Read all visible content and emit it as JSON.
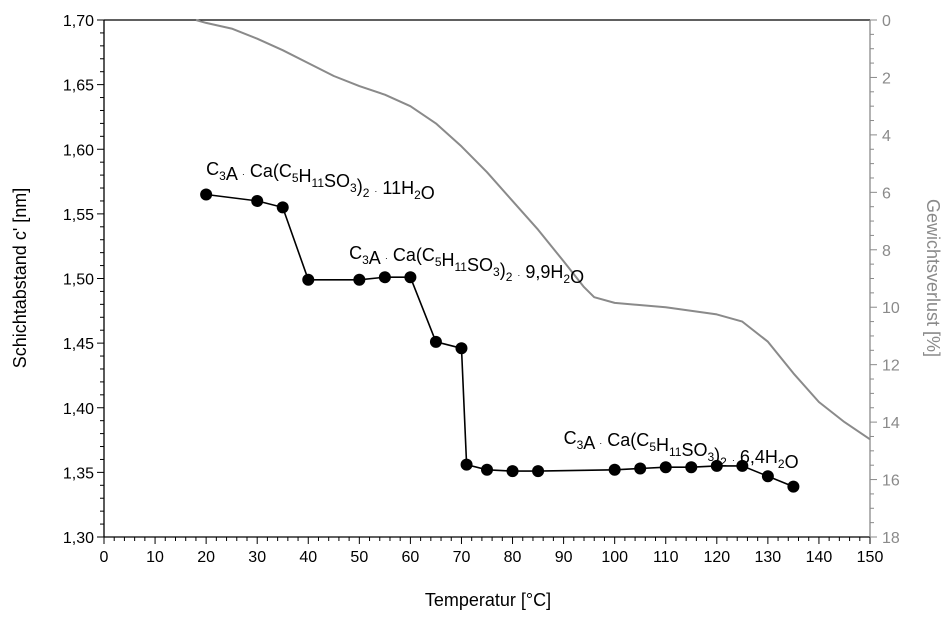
{
  "chart_data": {
    "type": "line",
    "xlabel": "Temperatur [°C]",
    "ylabel": "Schichtabstand c' [nm]",
    "y2label": "Gewichtsverlust [%]",
    "xlim": [
      0,
      150
    ],
    "ylim": [
      1.3,
      1.7
    ],
    "y2lim": [
      0,
      18
    ],
    "y2_inverted": true,
    "x_ticks": [
      "0",
      "10",
      "20",
      "30",
      "40",
      "50",
      "60",
      "70",
      "80",
      "90",
      "100",
      "110",
      "120",
      "130",
      "140",
      "150"
    ],
    "y_ticks": [
      "1,30",
      "1,35",
      "1,40",
      "1,45",
      "1,50",
      "1,55",
      "1,60",
      "1,65",
      "1,70"
    ],
    "y2_ticks": [
      "0",
      "2",
      "4",
      "6",
      "8",
      "10",
      "12",
      "14",
      "16",
      "18"
    ],
    "grid": false,
    "colors": {
      "series1": "#000000",
      "series2": "#8a8a8a"
    },
    "series": [
      {
        "axis": "left",
        "marker": "filled-circle",
        "points": [
          [
            20,
            1.565
          ],
          [
            30,
            1.56
          ],
          [
            35,
            1.555
          ],
          [
            40,
            1.499
          ],
          [
            50,
            1.499
          ],
          [
            55,
            1.501
          ],
          [
            60,
            1.501
          ],
          [
            65,
            1.451
          ],
          [
            70,
            1.446
          ],
          [
            71,
            1.356
          ],
          [
            75,
            1.352
          ],
          [
            80,
            1.351
          ],
          [
            85,
            1.351
          ],
          [
            100,
            1.352
          ],
          [
            105,
            1.353
          ],
          [
            110,
            1.354
          ],
          [
            115,
            1.354
          ],
          [
            120,
            1.355
          ],
          [
            125,
            1.355
          ],
          [
            130,
            1.347
          ],
          [
            135,
            1.339
          ]
        ]
      },
      {
        "axis": "right",
        "marker": "none",
        "points": [
          [
            18,
            0.0
          ],
          [
            20,
            0.1
          ],
          [
            25,
            0.3
          ],
          [
            30,
            0.65
          ],
          [
            35,
            1.05
          ],
          [
            40,
            1.5
          ],
          [
            45,
            1.95
          ],
          [
            50,
            2.3
          ],
          [
            55,
            2.6
          ],
          [
            60,
            3.0
          ],
          [
            65,
            3.6
          ],
          [
            70,
            4.4
          ],
          [
            75,
            5.3
          ],
          [
            80,
            6.3
          ],
          [
            85,
            7.3
          ],
          [
            90,
            8.4
          ],
          [
            94,
            9.3
          ],
          [
            96,
            9.65
          ],
          [
            100,
            9.85
          ],
          [
            110,
            10.0
          ],
          [
            120,
            10.25
          ],
          [
            125,
            10.5
          ],
          [
            130,
            11.2
          ],
          [
            135,
            12.3
          ],
          [
            140,
            13.3
          ],
          [
            145,
            14.0
          ],
          [
            150,
            14.6
          ]
        ]
      }
    ],
    "annotations": [
      {
        "id": "ann1",
        "x": 20,
        "y": 1.58,
        "parts": [
          [
            "C",
            "n"
          ],
          [
            "3",
            "sub"
          ],
          [
            "A ",
            "n"
          ],
          [
            "·",
            "dot"
          ],
          [
            " Ca(C",
            "n"
          ],
          [
            "5",
            "sub"
          ],
          [
            "H",
            "n"
          ],
          [
            "11",
            "sub"
          ],
          [
            "SO",
            "n"
          ],
          [
            "3",
            "sub"
          ],
          [
            ")",
            "n"
          ],
          [
            "2",
            "sub"
          ],
          [
            " ",
            "n"
          ],
          [
            "·",
            "dot"
          ],
          [
            " 11H",
            "n"
          ],
          [
            "2",
            "sub"
          ],
          [
            "O",
            "n"
          ]
        ]
      },
      {
        "id": "ann2",
        "x": 48,
        "y": 1.515,
        "parts": [
          [
            "C",
            "n"
          ],
          [
            "3",
            "sub"
          ],
          [
            "A ",
            "n"
          ],
          [
            "·",
            "dot"
          ],
          [
            " Ca(C",
            "n"
          ],
          [
            "5",
            "sub"
          ],
          [
            "H",
            "n"
          ],
          [
            "11",
            "sub"
          ],
          [
            "SO",
            "n"
          ],
          [
            "3",
            "sub"
          ],
          [
            ")",
            "n"
          ],
          [
            "2",
            "sub"
          ],
          [
            " ",
            "n"
          ],
          [
            "·",
            "dot"
          ],
          [
            " 9,9H",
            "n"
          ],
          [
            "2",
            "sub"
          ],
          [
            "O",
            "n"
          ]
        ]
      },
      {
        "id": "ann3",
        "x": 90,
        "y": 1.372,
        "parts": [
          [
            "C",
            "n"
          ],
          [
            "3",
            "sub"
          ],
          [
            "A ",
            "n"
          ],
          [
            "·",
            "dot"
          ],
          [
            " Ca(C",
            "n"
          ],
          [
            "5",
            "sub"
          ],
          [
            "H",
            "n"
          ],
          [
            "11",
            "sub"
          ],
          [
            "SO",
            "n"
          ],
          [
            "3",
            "sub"
          ],
          [
            ")",
            "n"
          ],
          [
            "2",
            "sub"
          ],
          [
            " ",
            "n"
          ],
          [
            "·",
            "dot"
          ],
          [
            " 6,4H",
            "n"
          ],
          [
            "2",
            "sub"
          ],
          [
            "O",
            "n"
          ]
        ]
      }
    ]
  }
}
